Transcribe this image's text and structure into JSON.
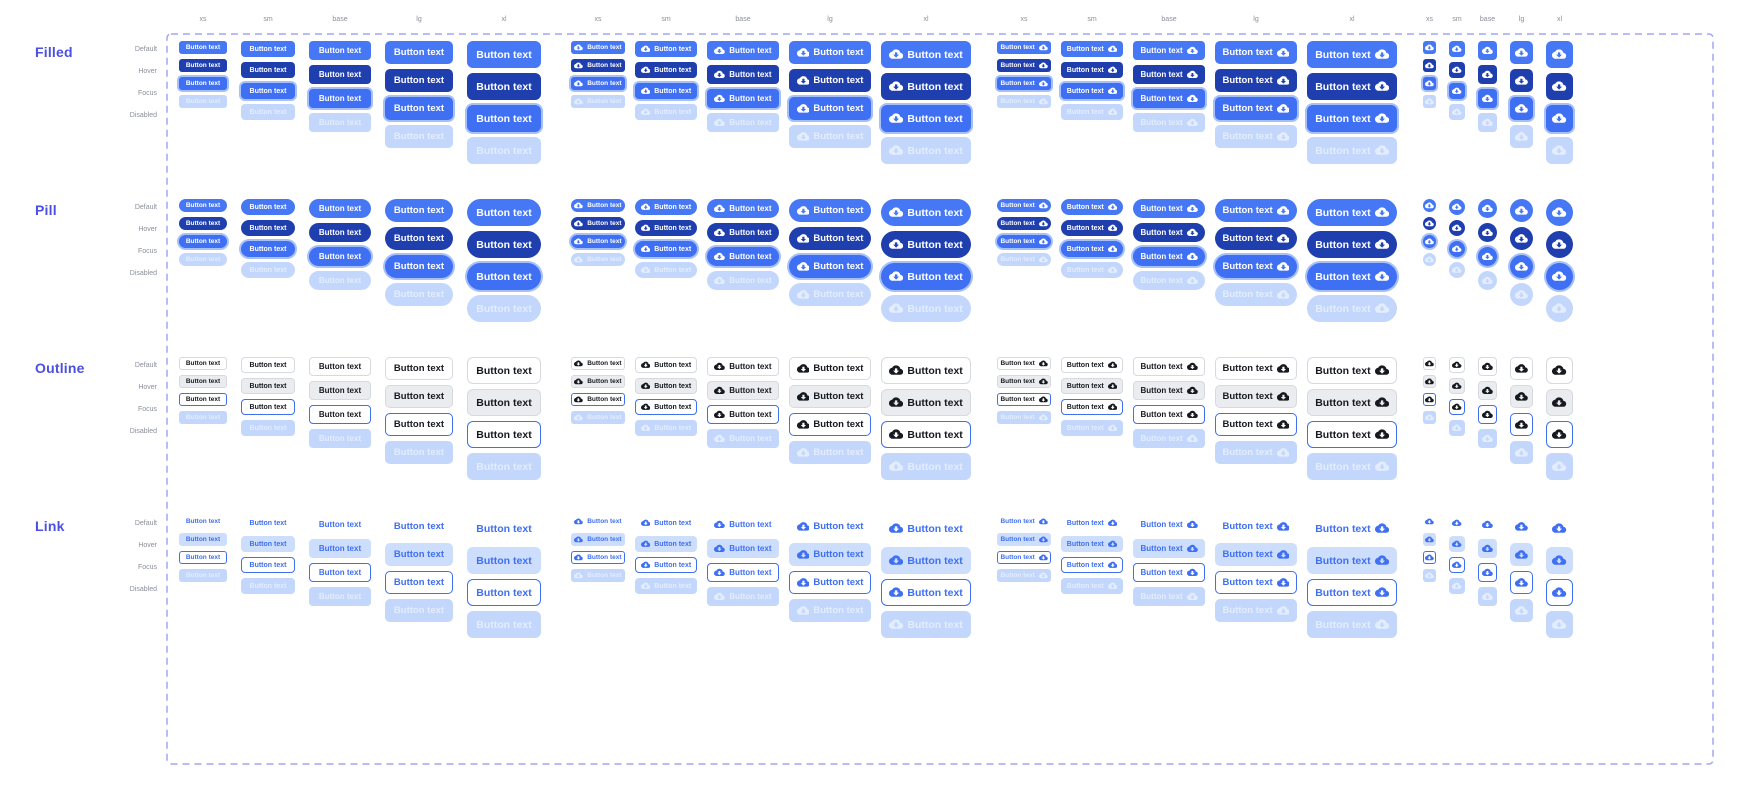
{
  "sheet": {
    "size_headers": [
      "xs",
      "sm",
      "base",
      "lg",
      "xl"
    ],
    "style_groups": [
      "Filled",
      "Pill",
      "Outline",
      "Link"
    ],
    "states": [
      "Default",
      "Hover",
      "Focus",
      "Disabled"
    ],
    "button_label": "Button text",
    "variant_columns": [
      "text-only",
      "icon-leading",
      "icon-trailing",
      "icon-only"
    ],
    "icon": "cloud-download-icon"
  },
  "colors": {
    "primary": "#4677f4",
    "primary_hover": "#1f3fae",
    "focus_fill": "#3f6ff2",
    "focus_ring": "#a6c0f9",
    "disabled_bg": "#c3d6fc",
    "disabled_text": "#e3edfe",
    "outline_border": "#d6d9e0",
    "outline_hover_bg": "#eaecef",
    "text_dark": "#16191f",
    "link_hover_bg": "#cddefc",
    "frame_border": "#a2a5f3",
    "section_label": "#4c4fe3",
    "muted_label": "#8a8f9a"
  }
}
